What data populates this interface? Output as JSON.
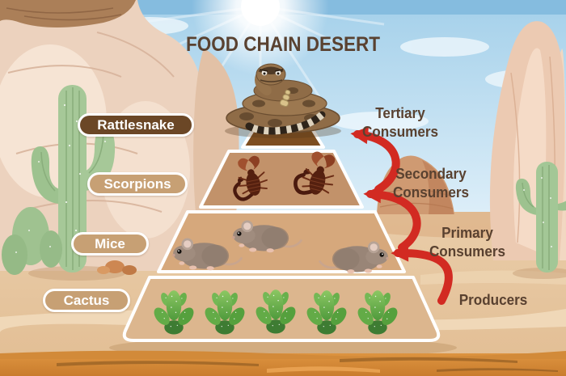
{
  "title": "FOOD CHAIN DESERT",
  "levels": [
    {
      "organism": "Rattlesnake",
      "role": "Tertiary\nConsumers",
      "count": 1,
      "illustration": "rattlesnake"
    },
    {
      "organism": "Scorpions",
      "role": "Secondary\nConsumers",
      "count": 2,
      "illustration": "scorpion"
    },
    {
      "organism": "Mice",
      "role": "Primary\nConsumers",
      "count": 3,
      "illustration": "mouse"
    },
    {
      "organism": "Cactus",
      "role": "Producers",
      "count": 5,
      "illustration": "prickly-pear-cactus"
    }
  ],
  "colors": {
    "arrow_red": "#d22a22",
    "title_text": "#594130",
    "role_text": "#594130",
    "pill_dark_brown": "#6b4726",
    "pill_tan": "#c7a074",
    "pyramid_level_top": "#7d4e21",
    "pyramid_level_2": "#c2926a",
    "pyramid_level_3": "#d6a87c",
    "pyramid_level_4": "#dcb68e",
    "sky": "#bcdff2",
    "sand": "#e9cda9",
    "bottom_soil": "#d28a39"
  }
}
